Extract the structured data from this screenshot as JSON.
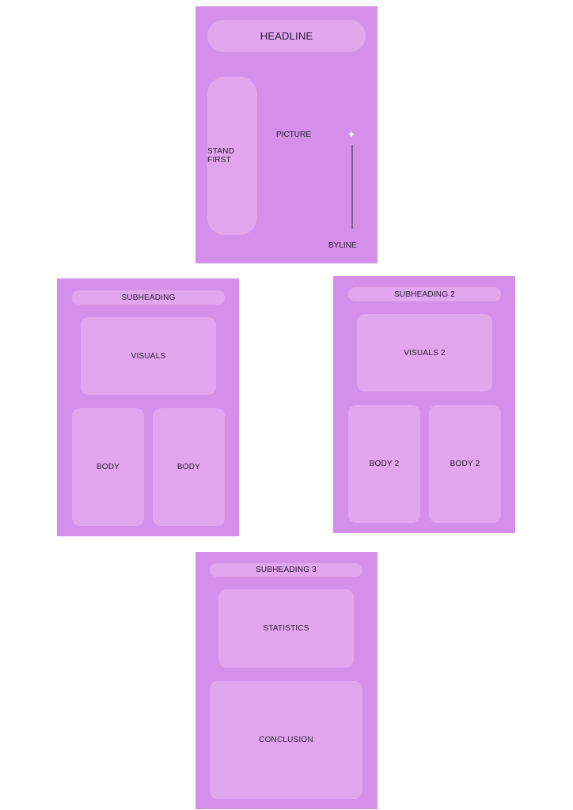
{
  "page1": {
    "headline": "HEADLINE",
    "stand_first": "STAND FIRST",
    "picture": "PICTURE",
    "byline": "BYLINE",
    "sparkle_icon": "sparkle-icon"
  },
  "page2": {
    "subheading": "SUBHEADING",
    "visuals": "VISUALS",
    "body_left": "BODY",
    "body_right": "BODY"
  },
  "page3": {
    "subheading": "SUBHEADING 2",
    "visuals": "VISUALS 2",
    "body_left": "BODY 2",
    "body_right": "BODY 2"
  },
  "page4": {
    "subheading": "SUBHEADING 3",
    "statistics": "STATISTICS",
    "conclusion": "CONCLUSION"
  },
  "colors": {
    "card": "#d48fea",
    "block": "#e1a6ee"
  }
}
